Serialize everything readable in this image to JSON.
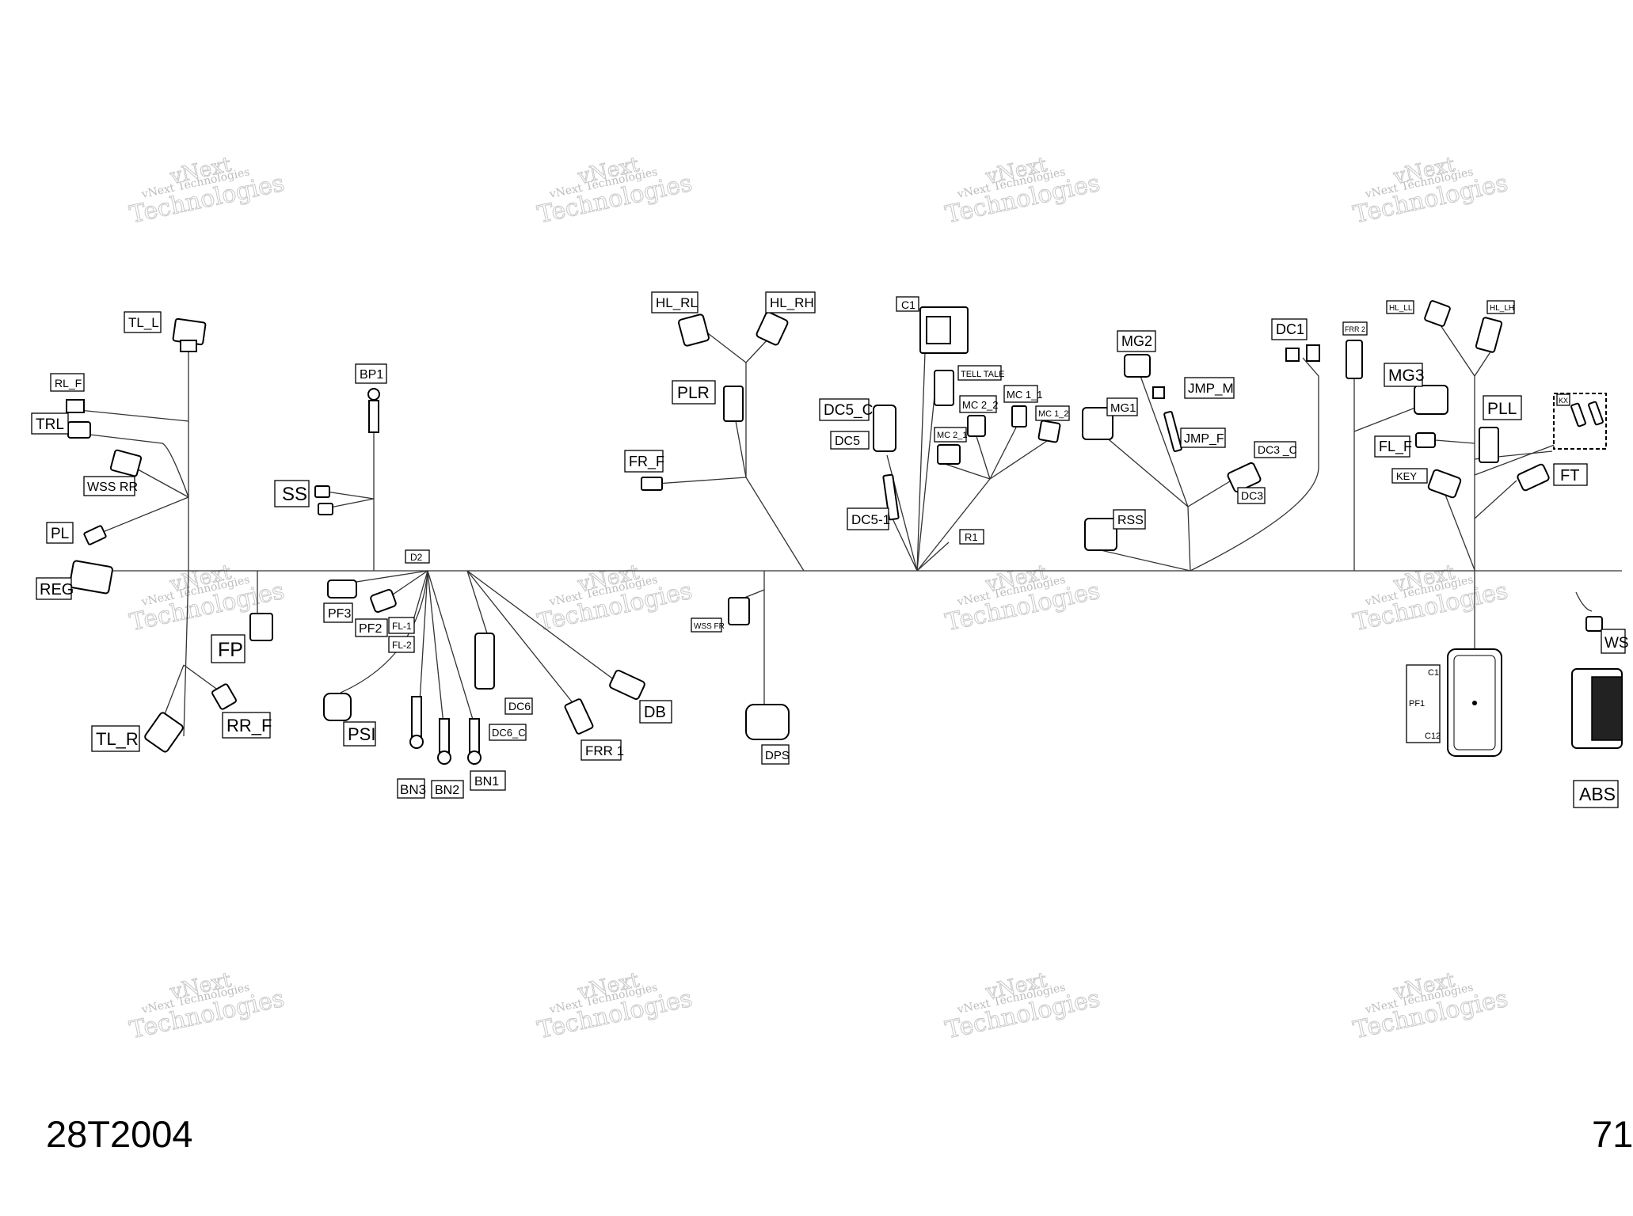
{
  "document": {
    "code": "28T2004",
    "page_number": "71"
  },
  "watermark": {
    "line1": "vNext Technologies",
    "line2": "Technologies",
    "line3": "vNext"
  },
  "labels": {
    "TL_L": "TL_L",
    "RL_F": "RL_F",
    "TRL": "TRL",
    "WSS_RR": "WSS RR",
    "PL": "PL",
    "REG": "REG",
    "BP1": "BP1",
    "SS": "SS",
    "FP": "FP",
    "TL_R": "TL_R",
    "RR_F": "RR_F",
    "PF3": "PF3",
    "PF2": "PF2",
    "FL_1": "FL-1",
    "FL_2": "FL-2",
    "PSI": "PSI",
    "D2": "D2",
    "BN3": "BN3",
    "BN2": "BN2",
    "BN1": "BN1",
    "DC6": "DC6",
    "DC6_C": "DC6_C",
    "FRR1": "FRR 1",
    "DB": "DB",
    "WSS_FR": "WSS FR",
    "DPS": "DPS",
    "HL_RL": "HL_RL",
    "HL_RH": "HL_RH",
    "PLR": "PLR",
    "FR_F": "FR_F",
    "C1": "C1",
    "TELL_TALE": "TELL TALE",
    "DC5_C": "DC5_C",
    "DC5": "DC5",
    "DC5_1": "DC5-1",
    "MC2_2": "MC 2_2",
    "MC2_1": "MC 2_1",
    "MC1_1": "MC 1_1",
    "MC1_2": "MC 1_2",
    "R1": "R1",
    "MG2": "MG2",
    "MG1": "MG1",
    "JMP_M": "JMP_M",
    "JMP_F": "JMP_F",
    "DC1": "DC1",
    "DC3_C": "DC3 _C",
    "DC3": "DC3",
    "RSS": "RSS",
    "FRR2": "FRR 2",
    "HL_LL": "HL_LL",
    "HL_LH": "HL_LH",
    "MG3": "MG3",
    "PLL": "PLL",
    "KX": "KX",
    "FL_F": "FL_F",
    "KEY": "KEY",
    "FT": "FT",
    "ECU_C1": "C1",
    "ECU_PF1": "PF1",
    "ECU_C12": "C12",
    "ABS": "ABS",
    "WS": "WS"
  }
}
